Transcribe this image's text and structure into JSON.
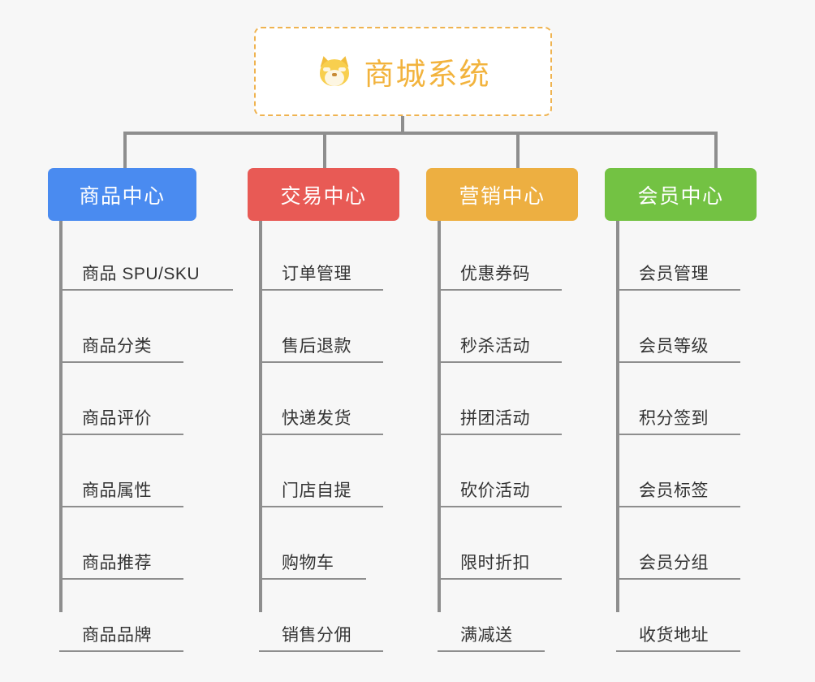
{
  "theme": {
    "background": "#f7f7f7",
    "line_color": "#8e8e8e",
    "root_border": "#efb350",
    "root_text": "#f2b33d",
    "leaf_text": "#333333"
  },
  "root": {
    "title": "商城系统",
    "icon": "dog-face-emoji",
    "icon_glyph": "🐶"
  },
  "categories": [
    {
      "label": "商品中心",
      "color": "#4a8bf0",
      "items": [
        "商品 SPU/SKU",
        "商品分类",
        "商品评价",
        "商品属性",
        "商品推荐",
        "商品品牌"
      ]
    },
    {
      "label": "交易中心",
      "color": "#e85a55",
      "items": [
        "订单管理",
        "售后退款",
        "快递发货",
        "门店自提",
        "购物车",
        "销售分佣"
      ]
    },
    {
      "label": "营销中心",
      "color": "#edaf41",
      "items": [
        "优惠券码",
        "秒杀活动",
        "拼团活动",
        "砍价活动",
        "限时折扣",
        "满减送"
      ]
    },
    {
      "label": "会员中心",
      "color": "#73c243",
      "items": [
        "会员管理",
        "会员等级",
        "积分签到",
        "会员标签",
        "会员分组",
        "收货地址"
      ]
    }
  ]
}
